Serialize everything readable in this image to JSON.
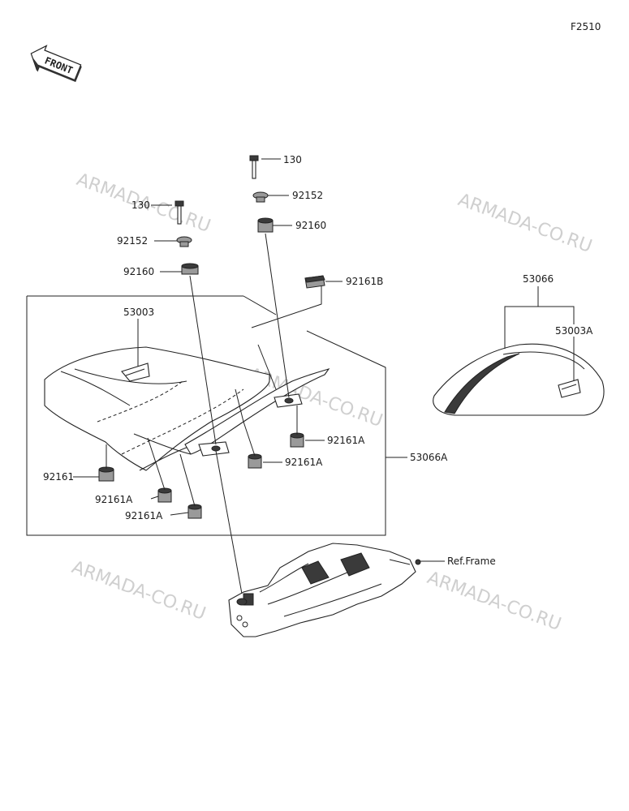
{
  "figure_code": "F2510",
  "front_badge": "FRONT",
  "watermark": "ARMADA-CO.RU",
  "labels": {
    "bolt_right": "130",
    "washer_right": "92152",
    "damper_right": "92160",
    "bolt_left": "130",
    "washer_left": "92152",
    "damper_left": "92160",
    "clip_b": "92161B",
    "seat_cover": "53003",
    "seat_assy": "53066A",
    "damper_a1": "92161A",
    "damper_a2": "92161A",
    "damper_a3": "92161A",
    "damper_a4": "92161A",
    "damper_main": "92161",
    "rear_seat": "53066",
    "rear_seat_cover": "53003A",
    "ref_frame": "Ref.Frame"
  }
}
